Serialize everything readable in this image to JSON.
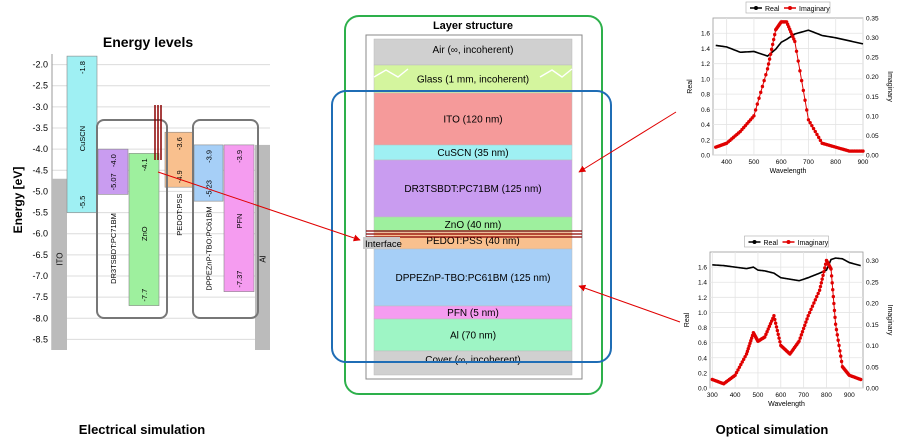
{
  "energy": {
    "title": "Energy levels",
    "ylabel": "Energy [eV]",
    "yticks": [
      "-2.0",
      "-2.5",
      "-3.0",
      "-3.5",
      "-4.0",
      "-4.5",
      "-5.0",
      "-5.5",
      "-6.0",
      "-6.5",
      "-7.0",
      "-7.5",
      "-8.0",
      "-8.5"
    ],
    "ylim": [
      -8.75,
      -1.75
    ],
    "layers": [
      {
        "name": "ITO",
        "top": -4.7,
        "bottom": -8.75,
        "color": "#bbbbbb"
      },
      {
        "name": "CuSCN",
        "top": -1.8,
        "bottom": -5.5,
        "top_label": "-1.8",
        "bottom_label": "-5.5",
        "color": "#9ff0f3"
      },
      {
        "name": "DR3TSBDT:PC71BM",
        "top": -4.0,
        "bottom": -5.07,
        "top_label": "-4.0",
        "bottom_label": "-5.07",
        "color": "#c99cf0"
      },
      {
        "name": "ZnO",
        "top": -4.1,
        "bottom": -7.7,
        "top_label": "-4.1",
        "bottom_label": "-7.7",
        "color": "#9ef09e"
      },
      {
        "name": "PEDOT:PSS",
        "top": -3.6,
        "bottom": -4.9,
        "top_label": "-3.6",
        "bottom_label": "-4.9",
        "color": "#f9c08e"
      },
      {
        "name": "DPPEZnP-TBO:PC61BM",
        "top": -3.9,
        "bottom": -5.23,
        "top_label": "-3.9",
        "bottom_label": "-5.23",
        "color": "#a6cff7"
      },
      {
        "name": "PFN",
        "top": -3.9,
        "bottom": -7.37,
        "top_label": "-3.9",
        "bottom_label": "-7.37",
        "color": "#f59cf0"
      },
      {
        "name": "Al",
        "top": -3.9,
        "bottom": -8.75,
        "color": "#bbbbbb"
      }
    ],
    "caption": "Electrical simulation"
  },
  "structure": {
    "title": "Layer structure",
    "interface_label": "Interface",
    "layers": [
      {
        "label": "Air (∞, incoherent)",
        "color": "#d0d0d0",
        "h": 26
      },
      {
        "label": "Glass (1 mm, incoherent)",
        "color": "#d4f59e",
        "h": 28
      },
      {
        "label": "ITO (120 nm)",
        "color": "#f59a9a",
        "h": 52
      },
      {
        "label": "CuSCN (35 nm)",
        "color": "#9ff0f3",
        "h": 15
      },
      {
        "label": "DR3TSBDT:PC71BM (125 nm)",
        "color": "#c99cf0",
        "h": 57
      },
      {
        "label": "ZnO (40 nm)",
        "color": "#9ef09e",
        "h": 15
      },
      {
        "label": "PEDOT:PSS (40 nm)",
        "color": "#f9c08e",
        "h": 17
      },
      {
        "label": "DPPEZnP-TBO:PC61BM (125 nm)",
        "color": "#a6cff7",
        "h": 57
      },
      {
        "label": "PFN (5 nm)",
        "color": "#f59cf0",
        "h": 13
      },
      {
        "label": "Al (70 nm)",
        "color": "#9ef5c5",
        "h": 32
      },
      {
        "label": "Cover (∞, incoherent)",
        "color": "#d0d0d0",
        "h": 24
      }
    ]
  },
  "optical": {
    "caption": "Optical simulation",
    "legend": [
      "Real",
      "Imaginary"
    ],
    "xlabel": "Wavelength",
    "ylabel_left": "Real",
    "ylabel_right": "Imaginary",
    "colors": {
      "real": "#000000",
      "imag": "#e00000"
    }
  },
  "chart_data": [
    {
      "type": "line",
      "x": [
        360,
        400,
        450,
        500,
        550,
        580,
        600,
        620,
        650,
        700,
        750,
        800,
        850,
        900
      ],
      "series": [
        {
          "name": "Real",
          "values": [
            1.44,
            1.42,
            1.35,
            1.36,
            1.3,
            1.39,
            1.48,
            1.52,
            1.59,
            1.64,
            1.57,
            1.54,
            1.5,
            1.46
          ]
        },
        {
          "name": "Imaginary",
          "values": [
            0.02,
            0.03,
            0.06,
            0.1,
            0.22,
            0.32,
            0.34,
            0.34,
            0.29,
            0.09,
            0.03,
            0.02,
            0.01,
            0.01
          ]
        }
      ],
      "xlim": [
        350,
        900
      ],
      "ylim_left": [
        0.0,
        1.8
      ],
      "ylim_right": [
        0.0,
        0.35
      ],
      "xticks": [
        400,
        500,
        600,
        700,
        800,
        900
      ],
      "yticks_left": [
        0.0,
        0.2,
        0.4,
        0.6,
        0.8,
        1.0,
        1.2,
        1.4,
        1.6
      ],
      "yticks_right": [
        0.0,
        0.05,
        0.1,
        0.15,
        0.2,
        0.25,
        0.3,
        0.35
      ]
    },
    {
      "type": "line",
      "x": [
        300,
        350,
        400,
        450,
        480,
        500,
        530,
        570,
        600,
        640,
        680,
        720,
        770,
        800,
        820,
        840,
        870,
        900,
        950
      ],
      "series": [
        {
          "name": "Real",
          "values": [
            1.63,
            1.62,
            1.6,
            1.58,
            1.6,
            1.56,
            1.55,
            1.52,
            1.46,
            1.44,
            1.42,
            1.46,
            1.52,
            1.56,
            1.7,
            1.72,
            1.71,
            1.66,
            1.62
          ]
        },
        {
          "name": "Imaginary",
          "values": [
            0.02,
            0.01,
            0.03,
            0.08,
            0.13,
            0.11,
            0.12,
            0.17,
            0.1,
            0.08,
            0.11,
            0.17,
            0.23,
            0.3,
            0.28,
            0.15,
            0.05,
            0.03,
            0.02
          ]
        }
      ],
      "xlim": [
        290,
        960
      ],
      "ylim_left": [
        0.0,
        1.8
      ],
      "ylim_right": [
        0.0,
        0.32
      ],
      "xticks": [
        300,
        400,
        500,
        600,
        700,
        800,
        900
      ],
      "yticks_left": [
        0.0,
        0.2,
        0.4,
        0.6,
        0.8,
        1.0,
        1.2,
        1.4,
        1.6
      ],
      "yticks_right": [
        0.0,
        0.05,
        0.1,
        0.15,
        0.2,
        0.25,
        0.3
      ]
    }
  ]
}
